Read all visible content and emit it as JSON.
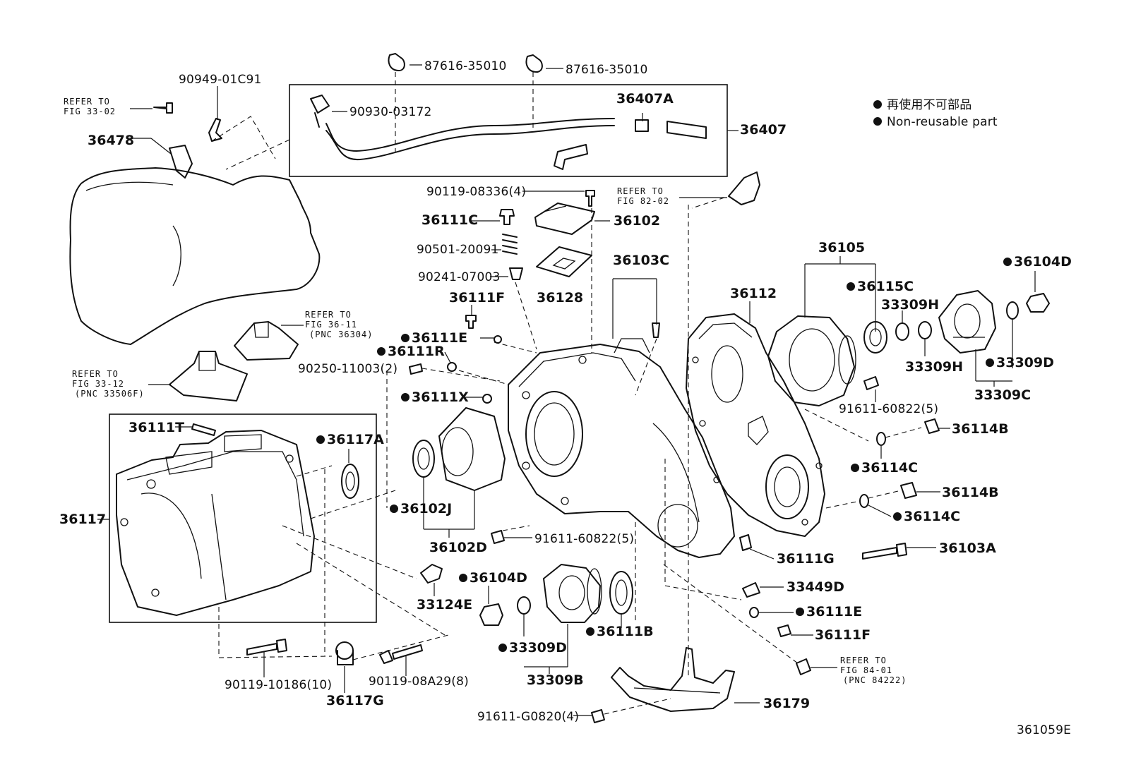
{
  "legend": {
    "marker": "●",
    "line1": "再使用不可部品",
    "line2": "Non-reusable part"
  },
  "diagram_id": "361059E",
  "refer": {
    "r3302": {
      "line1": "REFER TO",
      "line2": "FIG 33-02"
    },
    "r8202": {
      "line1": "REFER TO",
      "line2": "FIG 82-02"
    },
    "r3611": {
      "line1": "REFER TO",
      "line2": "FIG 36-11",
      "line3": "(PNC 36304)"
    },
    "r3312": {
      "line1": "REFER TO",
      "line2": "FIG 33-12",
      "line3": "(PNC 33506F)"
    },
    "r8401": {
      "line1": "REFER TO",
      "line2": "FIG 84-01",
      "line3": "(PNC 84222)"
    }
  },
  "labels": {
    "p87616a": "87616-35010",
    "p87616b": "87616-35010",
    "p9094901C91": "90949-01C91",
    "p90930": "90930-03172",
    "p36407A": "36407A",
    "p36407": "36407",
    "p36478": "36478",
    "p90119_08336": "90119-08336(4)",
    "p36111C": "36111C",
    "p36102": "36102",
    "p90501": "90501-20091",
    "p90241": "90241-07003",
    "p36128": "36128",
    "p36103C": "36103C",
    "p36112": "36112",
    "p36105": "36105",
    "p36104D_top": "36104D",
    "p36115C": "36115C",
    "p33309H_a": "33309H",
    "p33309H_b": "33309H",
    "p33309D_r": "33309D",
    "p33309C": "33309C",
    "p36111F_a": "36111F",
    "p36111E_a": "36111E",
    "p36111R": "36111R",
    "p90250": "90250-11003(2)",
    "p36111X": "36111X",
    "p91611_60822_a": "91611-60822(5)",
    "p36114B_a": "36114B",
    "p36114C_a": "36114C",
    "p36114B_b": "36114B",
    "p36114C_b": "36114C",
    "p36111T": "36111T",
    "p36117A": "36117A",
    "p36117": "36117",
    "p36102J": "36102J",
    "p36102D": "36102D",
    "p91611_60822_b": "91611-60822(5)",
    "p36111G": "36111G",
    "p36103A": "36103A",
    "p33449D": "33449D",
    "p36111E_b": "36111E",
    "p36111F_b": "36111F",
    "p33124E": "33124E",
    "p36104D_b": "36104D",
    "p36111B": "36111B",
    "p33309D_b": "33309D",
    "p33309B": "33309B",
    "p90119_10186": "90119-10186(10)",
    "p36117G": "36117G",
    "p90119_08A29": "90119-08A29(8)",
    "p36179": "36179",
    "p91611_G0820": "91611-G0820(4)"
  }
}
